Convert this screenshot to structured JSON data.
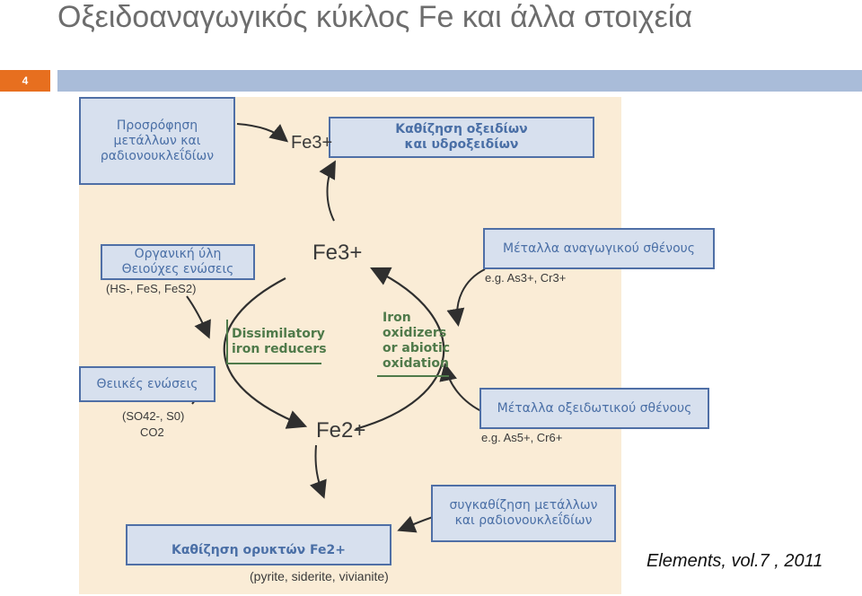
{
  "title": "Οξειδοαναγωγικός κύκλος Fe και άλλα στοιχεία",
  "slide_number": "4",
  "boxes": {
    "adsorption": "Προσρόφηση μετάλλων και ραδιονουκλεΐδίων",
    "oxide_deposition": "Καθίζηση οξειδίων και υδροξειδίων",
    "organic_line1": "Οργανική ύλη",
    "organic_line2": "Θειούχες ενώσεις",
    "reduced_metals": "Μέταλλα αναγωγικού σθένους",
    "sulfur": "Θειικές ενώσεις",
    "oxidized_metals": "Μέταλλα οξειδωτικού σθένους",
    "coprecipitation": "συγκαθίζηση μετάλλων και ραδιονουκλεΐδίων",
    "fe2_minerals": "Καθίζηση ορυκτών Fe2+"
  },
  "labels": {
    "fe3_top": "Fe3+",
    "fe3_center": "Fe3+",
    "fe2_center": "Fe2+",
    "dissimilatory_line1": "Dissimilatory",
    "dissimilatory_line2": "iron reducers",
    "oxidizers_line1": "Iron",
    "oxidizers_line2": "oxidizers",
    "oxidizers_line3": "or abiotic",
    "oxidizers_line4": "oxidation",
    "hs": "(HS-, FeS, FeS2)",
    "eg_reduced": "e.g. As3+, Cr3+",
    "so4": "(SO42-, S0)",
    "co2": "CO2",
    "eg_oxidized": "e.g. As5+, Cr6+",
    "minerals": "(pyrite, siderite, vivianite)"
  },
  "citation": "Elements, vol.7 , 2011",
  "colors": {
    "accent": "#e76f1f",
    "header_bar": "#a9bcd9",
    "panel": "#faecd6",
    "box_fill": "#d7e0ee",
    "box_border": "#4f6fa6",
    "box_text": "#4a6fa6",
    "green_text": "#4f7a4a"
  }
}
